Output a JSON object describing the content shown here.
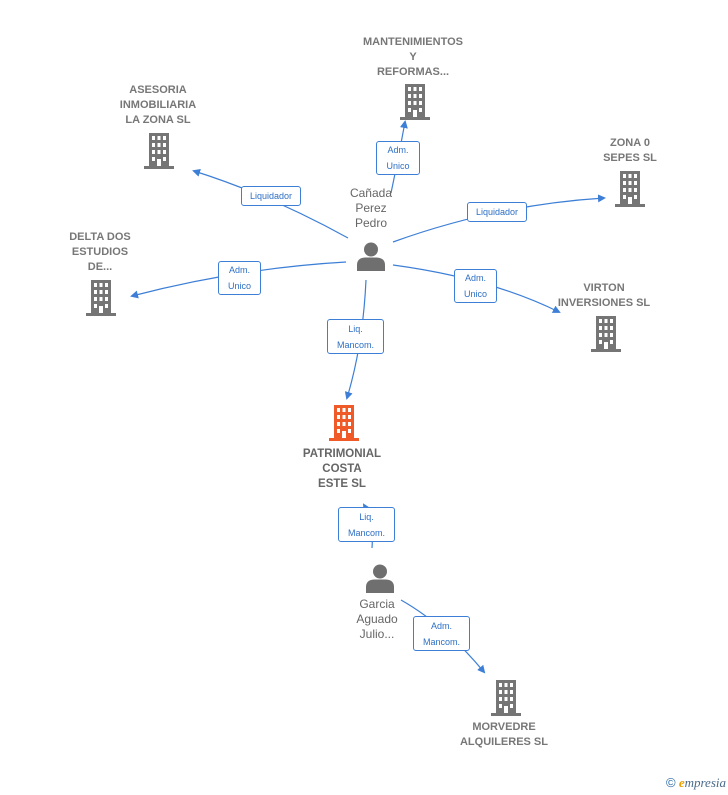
{
  "companies": {
    "mantenimientos": {
      "lines": [
        "MANTENIMIENTOS",
        "Y",
        "REFORMAS..."
      ]
    },
    "asesoria": {
      "lines": [
        "ASESORIA",
        "INMOBILIARIA",
        "LA ZONA SL"
      ]
    },
    "zona0": {
      "lines": [
        "ZONA 0",
        "SEPES SL"
      ]
    },
    "delta": {
      "lines": [
        "DELTA DOS",
        "ESTUDIOS",
        "DE..."
      ]
    },
    "virton": {
      "lines": [
        "VIRTON",
        "INVERSIONES SL"
      ]
    },
    "patrimonial": {
      "lines": [
        "PATRIMONIAL",
        "COSTA",
        "ESTE SL"
      ]
    },
    "morvedre": {
      "lines": [
        "MORVEDRE",
        "ALQUILERES SL"
      ]
    }
  },
  "persons": {
    "canada": {
      "lines": [
        "Cañada",
        "Perez",
        "Pedro"
      ]
    },
    "garcia": {
      "lines": [
        "Garcia",
        "Aguado",
        "Julio..."
      ]
    }
  },
  "relations": {
    "r_mant": "Adm.\nUnico",
    "r_ases": "Liquidador",
    "r_zona": "Liquidador",
    "r_delta": "Adm.\nUnico",
    "r_virton": "Adm.\nUnico",
    "r_patr": "Liq.\nMancom.",
    "r_garcia_patr": "Liq.\nMancom.",
    "r_morv": "Adm.\nMancom."
  },
  "colors": {
    "edge": "#3d7fd6",
    "company_icon": "#757575",
    "main_company_icon": "#f05a28",
    "person_icon": "#6f6f6f"
  },
  "footer": {
    "copyright": "©",
    "brand_first": "e",
    "brand_rest": "mpresia"
  }
}
